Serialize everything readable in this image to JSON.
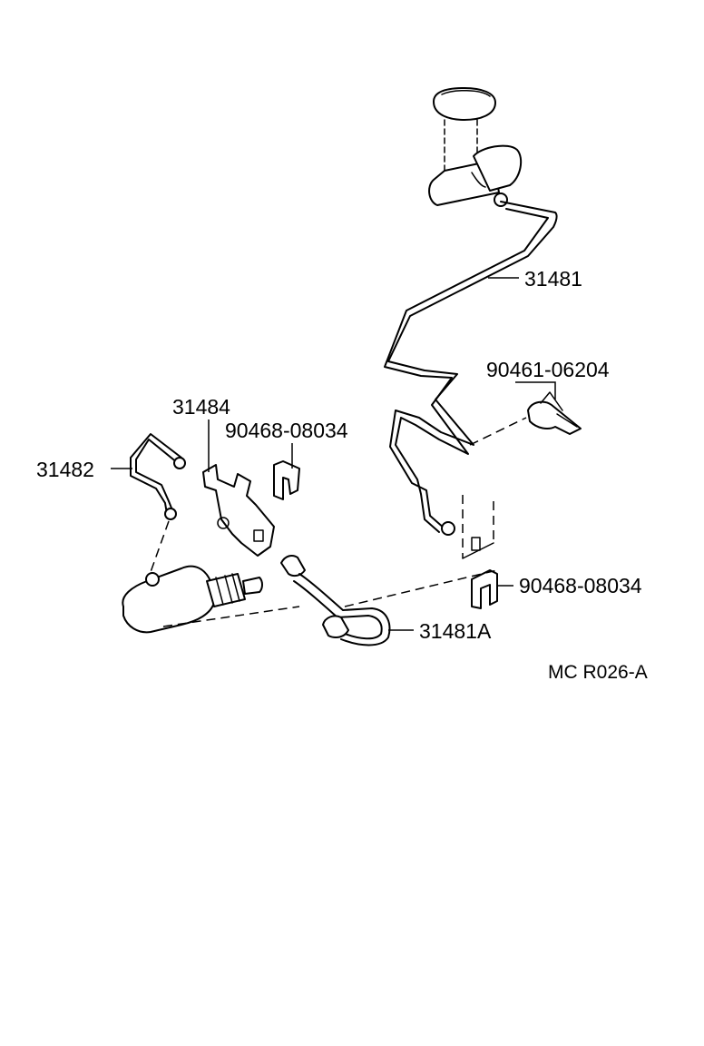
{
  "diagram": {
    "code": "MC R026-A",
    "parts": [
      {
        "id": "p31481",
        "label": "31481"
      },
      {
        "id": "p90461",
        "label": "90461-06204"
      },
      {
        "id": "p31484",
        "label": "31484"
      },
      {
        "id": "p90468a",
        "label": "90468-08034"
      },
      {
        "id": "p31482",
        "label": "31482"
      },
      {
        "id": "p90468b",
        "label": "90468-08034"
      },
      {
        "id": "p31481A",
        "label": "31481A"
      }
    ]
  }
}
